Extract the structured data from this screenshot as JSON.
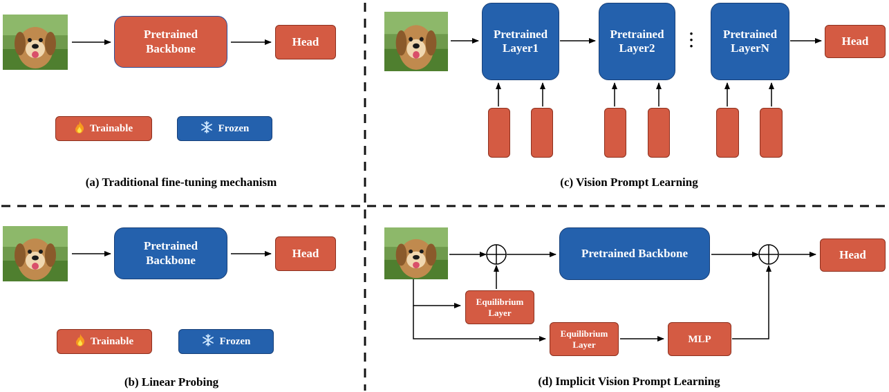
{
  "captions": {
    "a": "(a) Traditional fine-tuning mechanism",
    "b": "(b) Linear Probing",
    "c": "(c) Vision Prompt Learning",
    "d": "(d) Implicit Vision Prompt Learning"
  },
  "panel_a": {
    "backbone": "Pretrained\nBackbone",
    "head": "Head",
    "legend": {
      "trainable": "Trainable",
      "frozen": "Frozen"
    }
  },
  "panel_b": {
    "backbone": "Pretrained\nBackbone",
    "head": "Head",
    "legend": {
      "trainable": "Trainable",
      "frozen": "Frozen"
    }
  },
  "panel_c": {
    "layers": [
      "Pretrained\nLayer1",
      "Pretrained\nLayer2",
      "Pretrained\nLayerN"
    ],
    "head": "Head"
  },
  "panel_d": {
    "backbone": "Pretrained Backbone",
    "equilibrium_1": "Equilibrium\nLayer",
    "equilibrium_2": "Equilibrium\nLayer",
    "mlp": "MLP",
    "head": "Head"
  },
  "icons": {
    "trainable": "fire-icon",
    "frozen": "snowflake-icon",
    "input": "dog-image",
    "sum": "circled-plus-icon"
  },
  "colors": {
    "trainable": "#d45b43",
    "frozen": "#2461ad",
    "divider": "#111111"
  }
}
